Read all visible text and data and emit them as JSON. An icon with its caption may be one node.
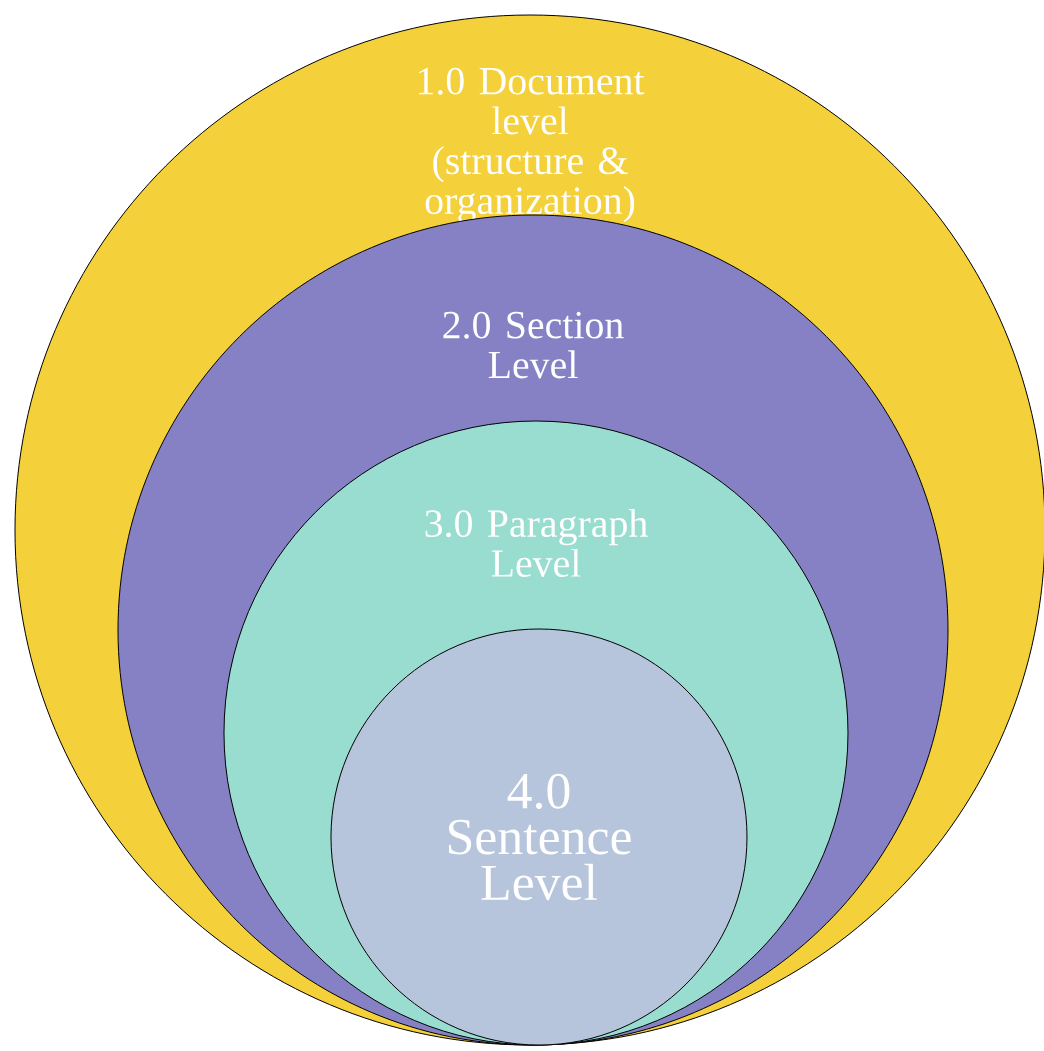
{
  "diagram": {
    "nodes": [
      {
        "text": [
          "1.0 Document level (structure & organization)"
        ]
      },
      {
        "text": [
          "2.0 Section Level"
        ],
        "in": 0
      },
      {
        "text": [
          "3.0 Paragraph Level"
        ],
        "in": 1
      },
      {
        "text": [
          "4.0 Sentence Level"
        ],
        "in": 2
      }
    ]
  }
}
